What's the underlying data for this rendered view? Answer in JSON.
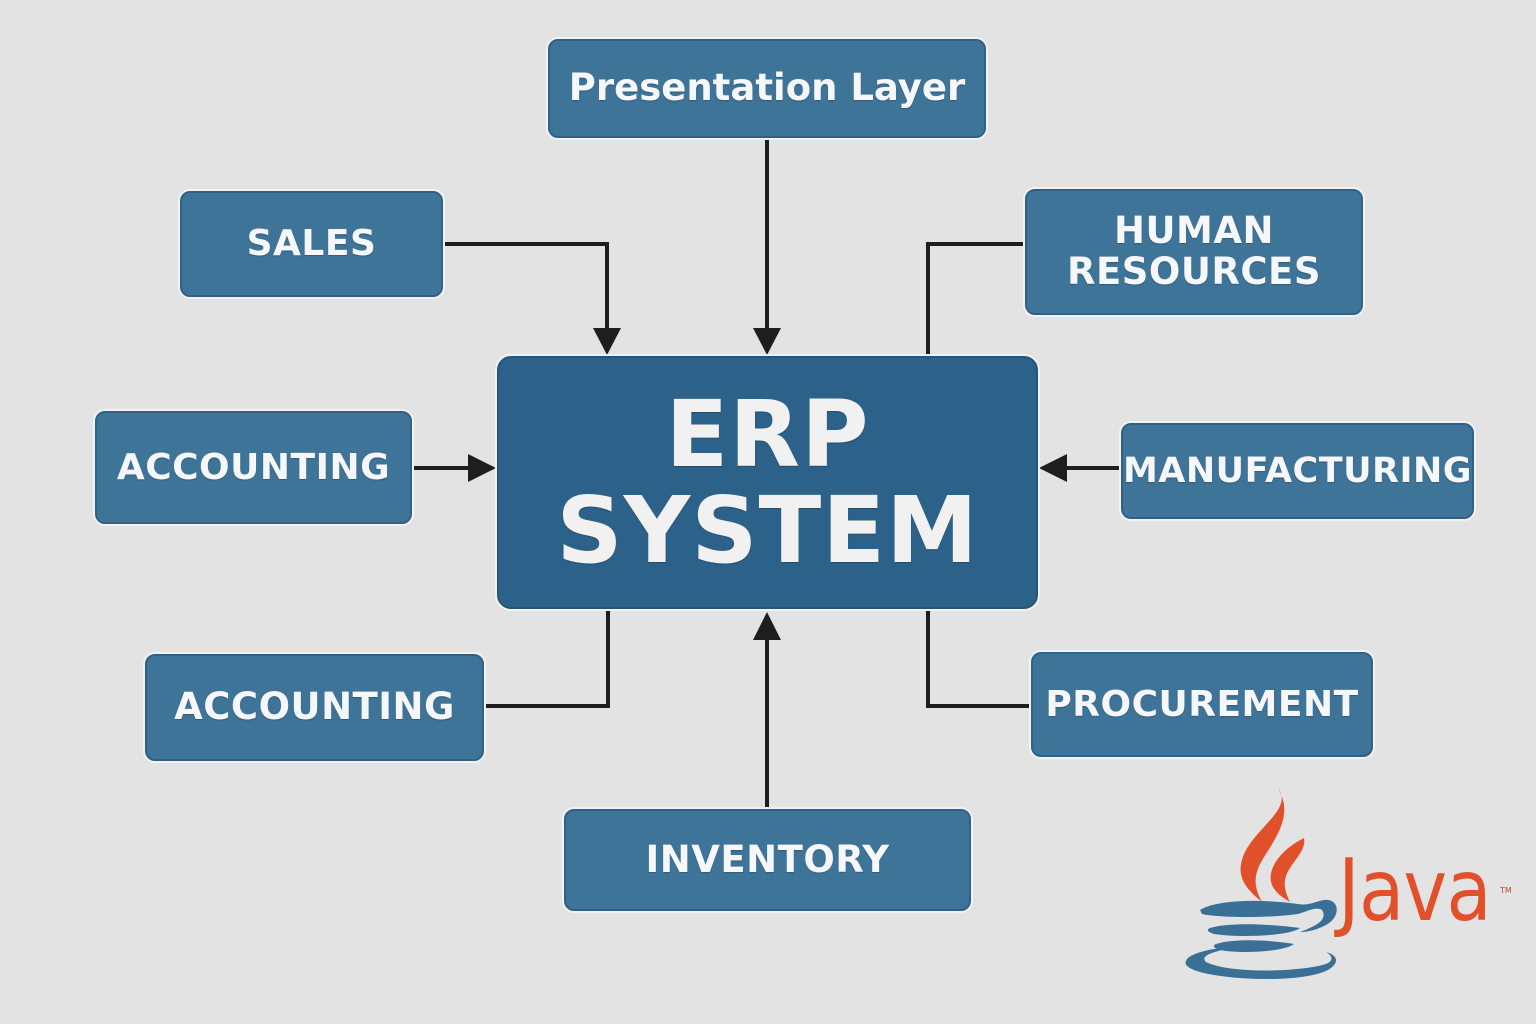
{
  "diagram": {
    "title": "ERP System Architecture",
    "center": {
      "line1": "ERP",
      "line2": "SYSTEM"
    },
    "modules": {
      "presentation": "Presentation Layer",
      "sales": "SALES",
      "human_resources": {
        "line1": "HUMAN",
        "line2": "RESOURCES"
      },
      "accounting_left": "ACCOUNTING",
      "manufacturing": "MANUFACTURING",
      "accounting_bottom": "ACCOUNTING",
      "procurement": "PROCUREMENT",
      "inventory": "INVENTORY"
    },
    "connections": [
      {
        "from": "Presentation Layer",
        "to": "ERP SYSTEM",
        "arrow": true
      },
      {
        "from": "SALES",
        "to": "ERP SYSTEM",
        "arrow": true
      },
      {
        "from": "HUMAN RESOURCES",
        "to": "ERP SYSTEM",
        "arrow": false
      },
      {
        "from": "ACCOUNTING",
        "to": "ERP SYSTEM",
        "arrow": true
      },
      {
        "from": "MANUFACTURING",
        "to": "ERP SYSTEM",
        "arrow": true
      },
      {
        "from": "ACCOUNTING",
        "to": "ERP SYSTEM",
        "arrow": false
      },
      {
        "from": "PROCUREMENT",
        "to": "ERP SYSTEM",
        "arrow": false
      },
      {
        "from": "INVENTORY",
        "to": "ERP SYSTEM",
        "arrow": true
      }
    ]
  },
  "logo": {
    "name": "java-logo",
    "text": "Java",
    "trademark": "TM"
  },
  "colors": {
    "background": "#e3e3e3",
    "module_fill": "#3f7499",
    "center_fill": "#2c6289",
    "text": "#f5f7fa",
    "connector": "#1e1e1e",
    "java_red": "#e2502b",
    "java_blue": "#3a6f96"
  }
}
